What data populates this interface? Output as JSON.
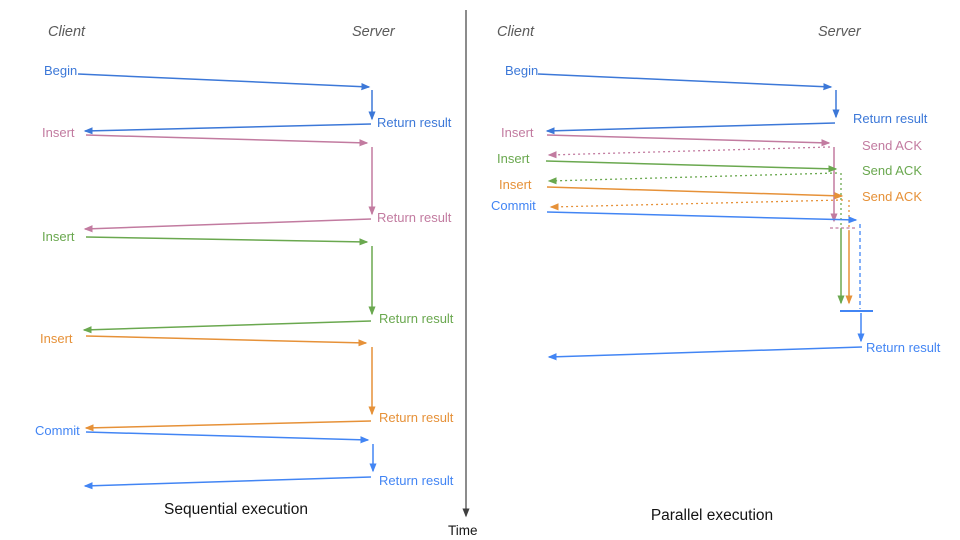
{
  "colors": {
    "blue": "#3c78d8",
    "commit_blue": "#4285f4",
    "pink": "#c27ba0",
    "green": "#6aa84f",
    "orange": "#e69138",
    "axis": "#3f3f3f"
  },
  "time_axis": {
    "label": "Time"
  },
  "left_panel": {
    "title": "Sequential execution",
    "client_header": "Client",
    "server_header": "Server",
    "rows": [
      {
        "request": "Begin",
        "response": "Return result",
        "color": "blue"
      },
      {
        "request": "Insert",
        "response": "Return result",
        "color": "pink"
      },
      {
        "request": "Insert",
        "response": "Return result",
        "color": "green"
      },
      {
        "request": "Insert",
        "response": "Return result",
        "color": "orange"
      },
      {
        "request": "Commit",
        "response": "Return result",
        "color": "commit_blue"
      }
    ]
  },
  "right_panel": {
    "title": "Parallel execution",
    "client_header": "Client",
    "server_header": "Server",
    "rows": [
      {
        "request": "Begin",
        "response": "Return result",
        "color": "blue"
      },
      {
        "request": "Insert",
        "response": "Send ACK",
        "color": "pink"
      },
      {
        "request": "Insert",
        "response": "Send ACK",
        "color": "green"
      },
      {
        "request": "Insert",
        "response": "Send ACK",
        "color": "orange"
      },
      {
        "request": "Commit",
        "response": "Return result",
        "color": "commit_blue"
      }
    ]
  }
}
